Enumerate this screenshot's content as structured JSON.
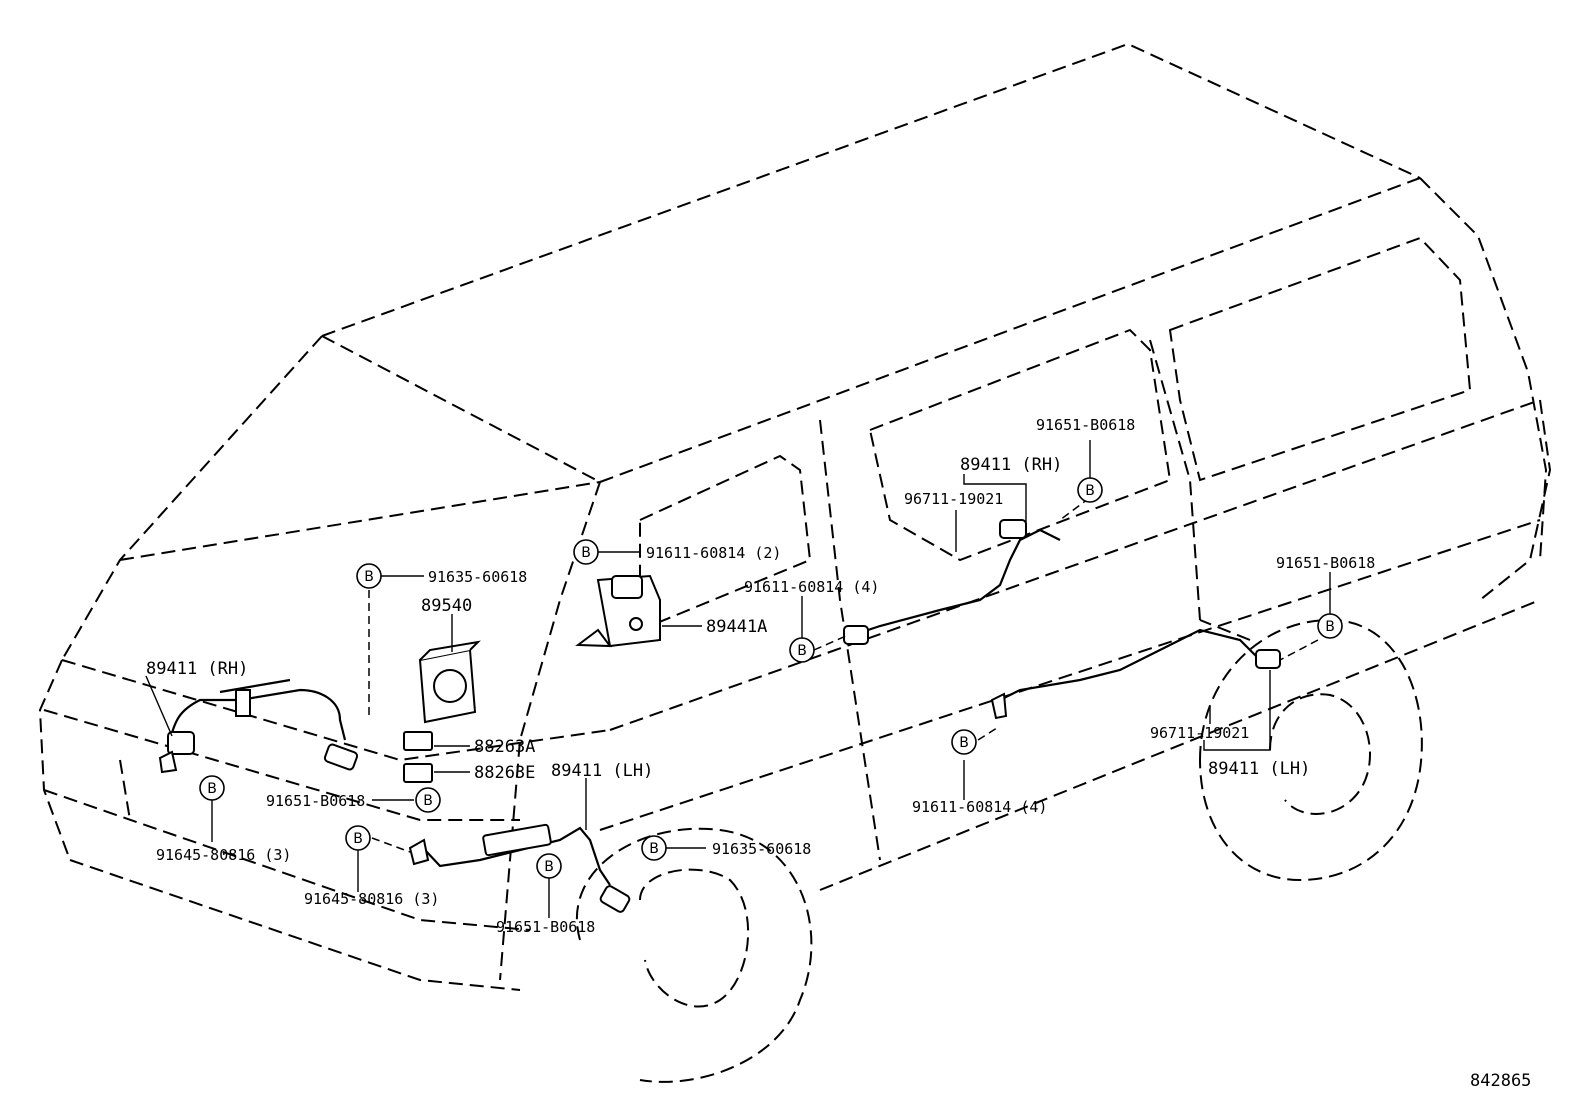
{
  "diagram_id": "842865",
  "fastener_marker": "B",
  "labels": {
    "sensor_front_rh": "89411 (RH)",
    "sensor_front_lh": "89411 (LH)",
    "sensor_rear_rh": "89411 (RH)",
    "sensor_rear_lh": "89411 (LH)",
    "computer": "89540",
    "g_sensor": "89441A",
    "relay_a": "88263A",
    "relay_e": "88263E",
    "bolt_91635_top": "91635-60618",
    "bolt_91635_mid": "91635-60618",
    "bolt_91611_2": "91611-60814 (2)",
    "bolt_91611_4_mid": "91611-60814 (4)",
    "bolt_91611_4_low": "91611-60814 (4)",
    "bolt_91651_rear_top": "91651-B0618",
    "bolt_91651_rear_right": "91651-B0618",
    "bolt_91651_front_left": "91651-B0618",
    "bolt_91651_front_bottom": "91651-B0618",
    "clip_96711_rear_top": "96711-19021",
    "clip_96711_rear_low": "96711-19021",
    "bolt_91645_left": "91645-80816 (3)",
    "bolt_91645_mid": "91645-80816 (3)"
  }
}
